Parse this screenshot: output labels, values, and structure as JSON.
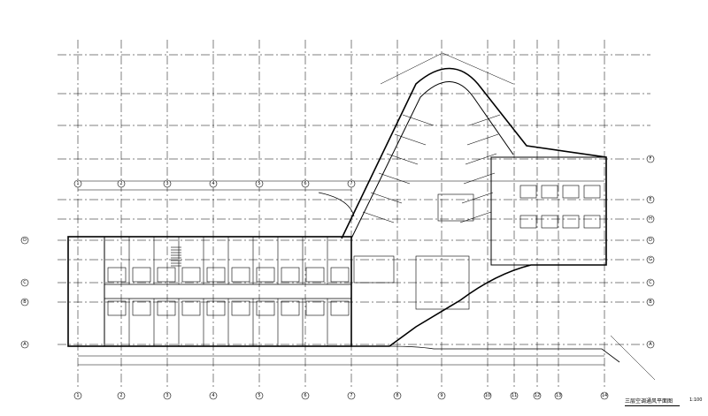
{
  "drawing": {
    "title": "三层空调通风平面图",
    "scale": "1:100"
  },
  "axes": {
    "columns": [
      "1",
      "2",
      "3",
      "4",
      "5",
      "6",
      "7",
      "8",
      "9",
      "10",
      "11",
      "12",
      "13",
      "14"
    ],
    "rows_left": [
      "D",
      "C",
      "B",
      "A"
    ],
    "rows_right": [
      "F",
      "E",
      "H",
      "D",
      "G",
      "C",
      "B",
      "A"
    ]
  }
}
